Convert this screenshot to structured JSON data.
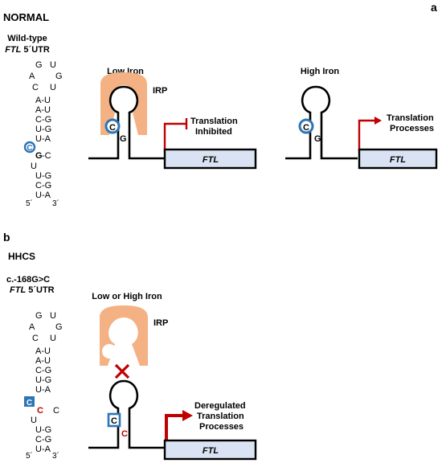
{
  "panel_a": {
    "letter": "a",
    "heading": "NORMAL",
    "utr_label_line1": "Wild-type",
    "utr_label_gene": "FTL",
    "utr_label_rest": " 5´UTR",
    "bulge_c": "C",
    "bulge_g": "G",
    "low_iron": {
      "title": "Low Iron",
      "irp_label": "IRP",
      "loop_c": "C",
      "loop_g": "G",
      "translation_line1": "Translation",
      "translation_line2": "Inhibited",
      "gene": "FTL"
    },
    "high_iron": {
      "title": "High Iron",
      "loop_c": "C",
      "loop_g": "G",
      "translation_line1": "Translation",
      "translation_line2": "Processes",
      "gene": "FTL"
    }
  },
  "panel_b": {
    "letter": "b",
    "heading": "HHCS",
    "mutation": "c.-168G>C",
    "utr_label_gene": "FTL",
    "utr_label_rest": " 5´UTR",
    "bulge_c_box": "C",
    "bulge_c_red": "C",
    "bulge_c_right": "C",
    "condition": {
      "title": "Low or High Iron",
      "irp_label": "IRP",
      "loop_c": "C",
      "loop_c_red": "C",
      "translation_line1": "Deregulated",
      "translation_line2": "Translation",
      "translation_line3": "Processes",
      "gene": "FTL"
    }
  },
  "sequence": {
    "loop_top_left": "G",
    "loop_top_right": "U",
    "loop_mid_left": "A",
    "loop_mid_right": "G",
    "loop_low_left": "C",
    "loop_low_right": "U",
    "upper_stem": [
      "A-U",
      "A-U",
      "C-G",
      "U-G",
      "U-A"
    ],
    "bulge_pair_tail": "-C",
    "bulge_u": "U",
    "lower_stem": [
      "U-G",
      "C-G",
      "U-A"
    ],
    "five_prime": "5´",
    "three_prime": "3´"
  },
  "colors": {
    "irp": "#f4b183",
    "blue": "#2e75b6",
    "red": "#c00000",
    "gene_box": "#dae3f3",
    "line": "#000000"
  }
}
